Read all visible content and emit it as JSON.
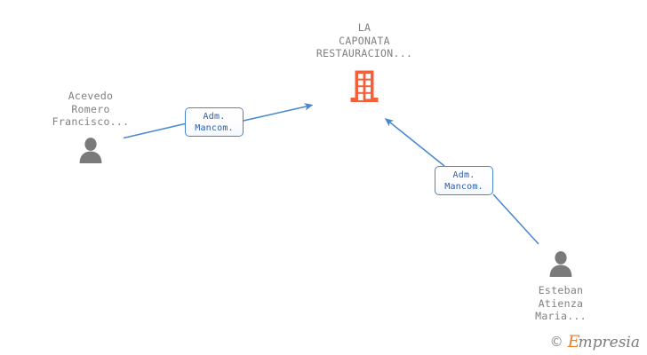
{
  "diagram": {
    "type": "org-relationship-graph",
    "background_color": "#ffffff",
    "company": {
      "name": "LA\nCAPONATA\nRESTAURACION...",
      "icon": "building-icon",
      "icon_color": "#f4603a",
      "label_color": "#808080"
    },
    "people": [
      {
        "id": "person-left",
        "name": "Acevedo\nRomero\nFrancisco...",
        "icon": "person-icon",
        "icon_color": "#7a7a7a",
        "label_position": "above-icon"
      },
      {
        "id": "person-right",
        "name": "Esteban\nAtienza\nMaria...",
        "icon": "person-icon",
        "icon_color": "#7a7a7a",
        "label_position": "below-icon"
      }
    ],
    "relations": [
      {
        "id": "rel-left",
        "label": "Adm.\nMancom.",
        "from": "person-left",
        "to": "company",
        "border_color": "#4a86d0",
        "text_color": "#2a5db0",
        "line_color": "#4a86d0",
        "arrow_direction": "right"
      },
      {
        "id": "rel-right",
        "label": "Adm.\nMancom.",
        "from": "person-right",
        "to": "company",
        "border_color": "#4a86d0",
        "text_color": "#2a5db0",
        "line_color": "#4a86d0",
        "arrow_direction": "up-left"
      }
    ]
  },
  "watermark": {
    "copyright": "©",
    "brand_initial": "E",
    "brand_rest": "mpresia",
    "initial_color": "#f07f2d",
    "text_color": "#7d7d7d"
  }
}
